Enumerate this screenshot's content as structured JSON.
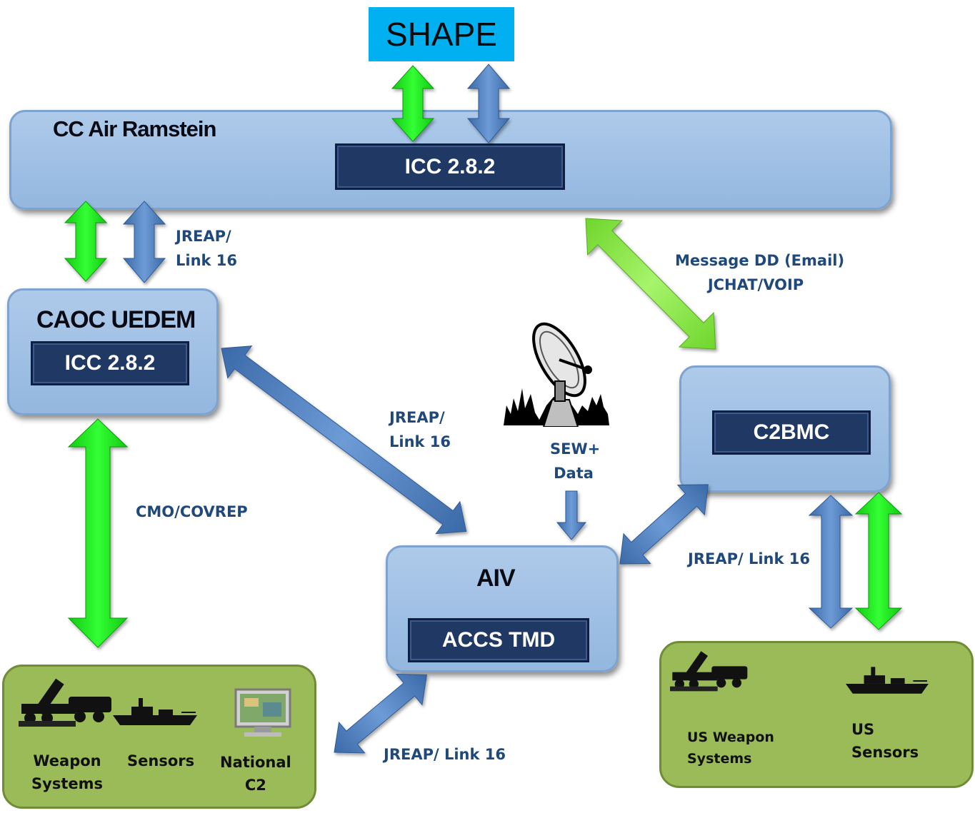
{
  "nodes": {
    "shape": "SHAPE",
    "cc_air": {
      "title": "CC Air Ramstein",
      "system": "ICC 2.8.2"
    },
    "caoc": {
      "title": "CAOC UEDEM",
      "system": "ICC 2.8.2"
    },
    "c2bmc": {
      "system": "C2BMC"
    },
    "aiv": {
      "title": "AIV",
      "system": "ACCS TMD"
    }
  },
  "links": {
    "cc_caoc": [
      "JREAP/",
      "Link 16"
    ],
    "cc_c2bmc": [
      "Message DD (Email)",
      "JCHAT/VOIP"
    ],
    "caoc_aiv": [
      "JREAP/",
      "Link 16"
    ],
    "sew": [
      "SEW+",
      "Data"
    ],
    "caoc_ground": "CMO/COVREP",
    "aiv_c2bmc": "JREAP/ Link 16",
    "aiv_ground": "JREAP/ Link 16"
  },
  "ground_left": {
    "weapons": [
      "Weapon",
      "Systems"
    ],
    "sensors": "Sensors",
    "national": [
      "National",
      "C2"
    ]
  },
  "ground_right": {
    "weapons": [
      "US Weapon",
      "Systems"
    ],
    "sensors": [
      "US",
      "Sensors"
    ]
  },
  "colors": {
    "green_arrow": "#22ee22",
    "light_green_arrow": "#8ee84a",
    "blue_arrow": "#4f81bd",
    "node_fill": "#a3c1e6",
    "system_fill": "#1f3864",
    "ground_fill": "#9bbb59",
    "shape_fill": "#00b0f0",
    "label_color": "#1f497d"
  },
  "icons": [
    "launcher-icon",
    "ship-icon",
    "computer-icon",
    "radar-dish-icon"
  ]
}
